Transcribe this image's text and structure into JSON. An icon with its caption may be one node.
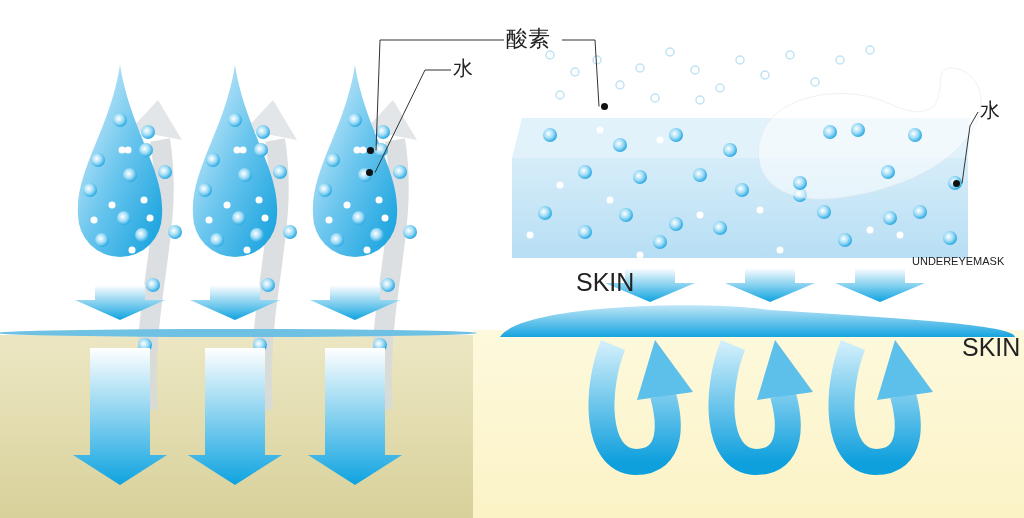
{
  "diagram": {
    "nodes": [
      {
        "text": [
          "酸素"
        ]
      },
      {
        "text": [],
        "shape": "circle"
      },
      {
        "text": [],
        "shape": "circle"
      },
      {
        "text": [
          "水"
        ]
      },
      {
        "text": [],
        "shape": "circle"
      },
      {
        "text": [
          "水"
        ]
      },
      {
        "text": [],
        "shape": "circle"
      }
    ],
    "edges": [
      {
        "from": 0,
        "to": 1,
        "arrow": "none"
      },
      {
        "from": 0,
        "to": 2,
        "arrow": "none"
      },
      {
        "from": 3,
        "to": 4,
        "arrow": "none"
      },
      {
        "from": 5,
        "to": 6,
        "arrow": "none"
      }
    ],
    "labels": [
      "SKIN",
      "SKIN",
      "UNDEREYEMASK"
    ]
  }
}
